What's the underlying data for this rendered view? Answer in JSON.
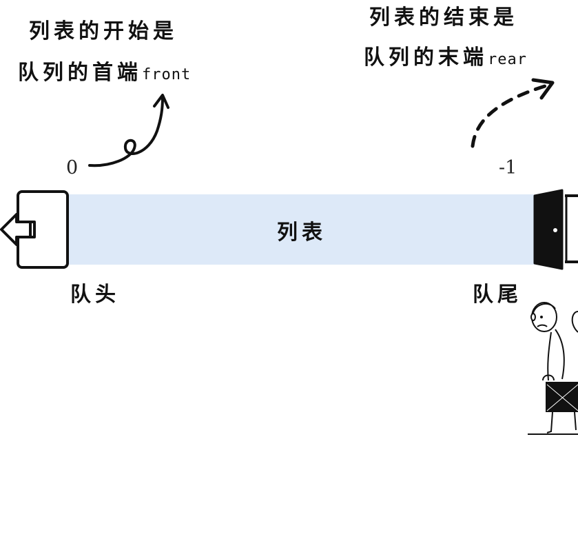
{
  "front_note": {
    "line1": "列表的开始是",
    "line2": "队列的首端",
    "term": "front"
  },
  "rear_note": {
    "line1": "列表的结束是",
    "line2": "队列的末端",
    "term": "rear"
  },
  "index": {
    "start": "0",
    "end": "-1"
  },
  "list": {
    "label": "列表",
    "fill_color": "#dde9f8"
  },
  "queue": {
    "head_label": "队头",
    "tail_label": "队尾"
  },
  "icons": [
    "exit-door-icon",
    "entrance-door-icon",
    "person-with-briefcase-illustration",
    "curly-arrow",
    "dashed-arrow"
  ]
}
